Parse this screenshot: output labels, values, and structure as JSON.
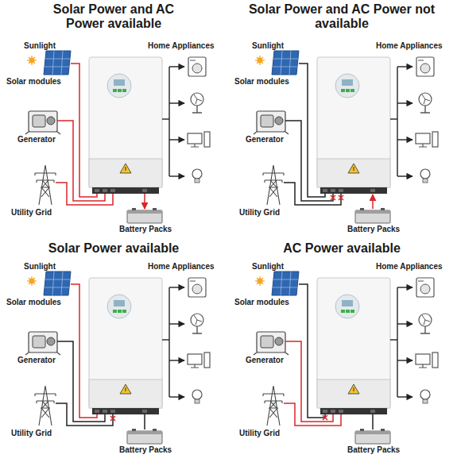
{
  "diagram": {
    "labels": [
      "Solar Power and AC Power available",
      "Sunlight",
      "Home Appliances",
      "Solar modules",
      "Generator",
      "Utility Grid",
      "Battery Packs",
      "Solar Power and AC Power not available",
      "Sunlight",
      "Home Appliances",
      "Solar modules",
      "Generator",
      "Utility Grid",
      "Battery Packs",
      "Solar Power available",
      "Sunlight",
      "Home Appliances",
      "Solar modules",
      "Generator",
      "Utility Grid",
      "Battery Packs",
      "AC Power available",
      "Sunlight",
      "Home Appliances",
      "Solar modules",
      "Generator",
      "Utility Grid",
      "Battery Packs"
    ]
  }
}
